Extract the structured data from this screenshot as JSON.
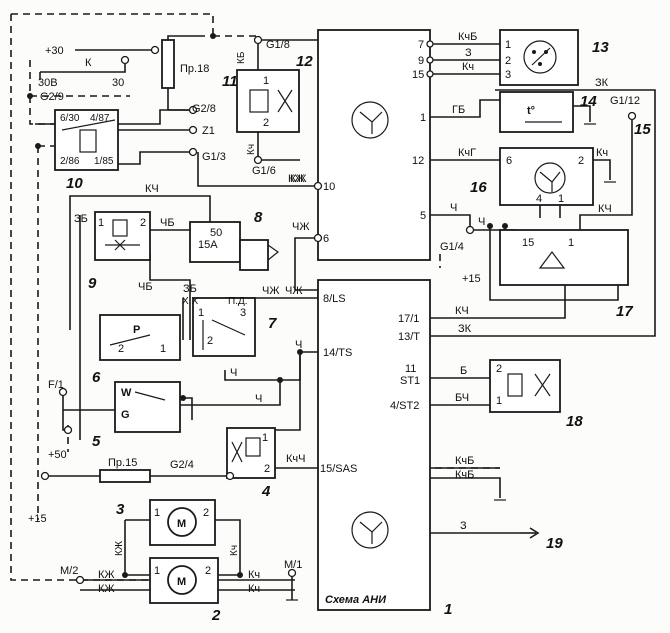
{
  "diagram": {
    "caption": "Схема АНИ",
    "component_numbers": [
      "1",
      "2",
      "3",
      "4",
      "5",
      "6",
      "7",
      "8",
      "9",
      "10",
      "11",
      "12",
      "13",
      "14",
      "15",
      "16",
      "17",
      "18",
      "19"
    ],
    "supply": {
      "plus30": "+30",
      "plus30b": "30В",
      "plus50": "+50",
      "plus15_left": "+15",
      "plus15_right": "+15",
      "k": "К",
      "t30": "30"
    },
    "nodes": {
      "g2_9": "G2/9",
      "g1_8": "G1/8",
      "g2_8": "G2/8",
      "z1": "Z1",
      "g1_3": "G1/3",
      "g1_6": "G1/6",
      "g1_4": "G1/4",
      "g1_12": "G1/12",
      "f1": "F/1",
      "g2_4": "G2/4",
      "m2": "M/2",
      "m1": "M/1"
    },
    "fuses": {
      "pr18": "Пр.18",
      "pr15": "Пр.15"
    },
    "relay10": {
      "p6_30": "6/30",
      "p4_87": "4/87",
      "p2_86": "2/86",
      "p1_85": "1/85"
    },
    "relay11": {
      "p1": "1",
      "p2": "2"
    },
    "ecu12": {
      "pins": [
        "7",
        "9",
        "15",
        "1",
        "12",
        "5",
        "10",
        "6"
      ],
      "wires": [
        "КчБ",
        "З",
        "Кч",
        "ГБ",
        "КчГ",
        "Ч",
        "КЖ",
        "ЧЖ"
      ]
    },
    "ecu1": {
      "pins": [
        "8/LS",
        "14/TS",
        "15/SAS",
        "17/1",
        "13/T",
        "11",
        "ST1",
        "4/ST2"
      ],
      "wires": [
        "ЧЖ",
        "Ч",
        "КчЧ",
        "КЧ",
        "ЗК",
        "Б",
        "БЧ",
        "КчБ",
        "КчБ",
        "З"
      ]
    },
    "wire_labels": {
      "kb": "КБ",
      "kch": "Кч",
      "kzh": "КЖ",
      "kch_top": "КЧ",
      "zk_top": "ЗК",
      "cht": "Ч",
      "chb": "ЧБ",
      "zb": "ЗБ",
      "chzh": "ЧЖ",
      "kch2": "Кч",
      "kch3": "КЧ",
      "ch3": "Ч",
      "ch4": "Ч",
      "kzh_motor": "КЖ",
      "kch_motor": "Кч"
    },
    "component_pins": {
      "c8": [
        "50",
        "15A"
      ],
      "c9": [
        "1",
        "2"
      ],
      "c7": [
        "Х.Х",
        "П.Д.",
        "1",
        "2",
        "3"
      ],
      "c6": [
        "2",
        "1"
      ],
      "c6_symbol": "P",
      "c5": [
        "W",
        "G"
      ],
      "c4": [
        "1",
        "2"
      ],
      "c13": [
        "1",
        "2",
        "3"
      ],
      "c14_symbol": "t°",
      "c16": [
        "6",
        "2",
        "4",
        "1"
      ],
      "c17": [
        "15",
        "1"
      ],
      "c18": [
        "2",
        "1"
      ],
      "motor": "M",
      "motor_pins": [
        "1",
        "2"
      ]
    }
  }
}
